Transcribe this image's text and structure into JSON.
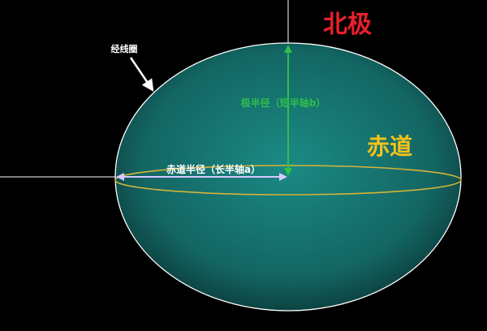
{
  "labels": {
    "north_pole": "北极",
    "equator": "赤道",
    "meridian": "经线圈",
    "polar_radius": "极半径（短半轴b）",
    "equatorial_radius": "赤道半径（长半轴a）"
  },
  "colors": {
    "background": "#000000",
    "ellipse_fill_center": "#1a7f7a",
    "ellipse_fill_edge": "#0b3a3a",
    "ellipse_outline": "#ffffff",
    "equator_line": "#d4b43a",
    "north_pole_text": "#e8202a",
    "equator_text": "#f2c21b",
    "polar_radius": "#2fbf4a",
    "equatorial_radius": "#d8c8ff",
    "axis_lines": "#ffffff"
  }
}
